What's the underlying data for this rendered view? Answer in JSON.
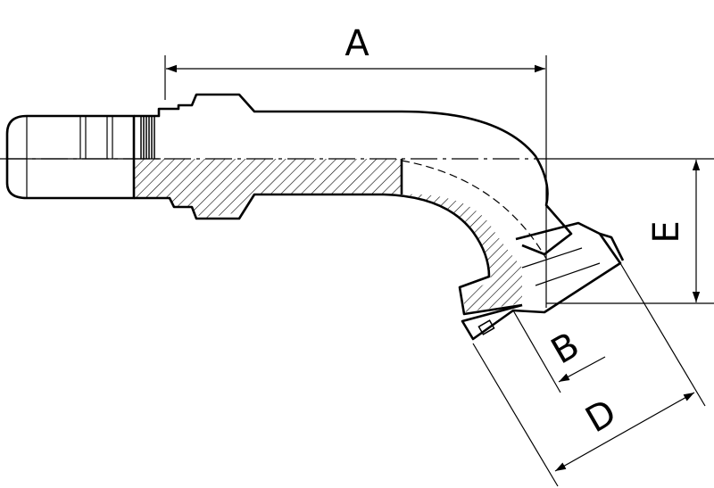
{
  "drawing": {
    "dimension_labels": {
      "a": "A",
      "b": "B",
      "d": "D",
      "e": "E"
    }
  }
}
